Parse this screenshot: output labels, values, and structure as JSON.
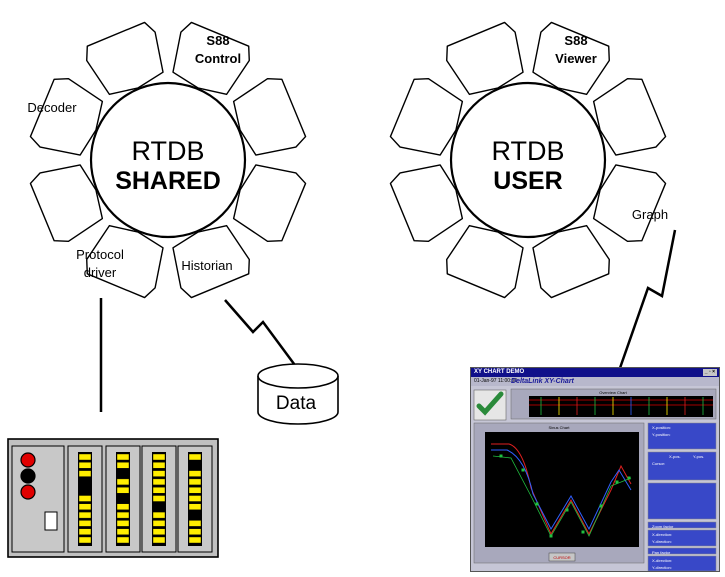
{
  "left_hub": {
    "center_line1": "RTDB",
    "center_line2": "SHARED",
    "segments": {
      "s88_control": [
        "S88",
        "Control"
      ],
      "decoder": "Decoder",
      "protocol_driver": [
        "Protocol",
        "driver"
      ],
      "historian": "Historian"
    }
  },
  "right_hub": {
    "center_line1": "RTDB",
    "center_line2": "USER",
    "segments": {
      "s88_viewer": [
        "S88",
        "Viewer"
      ],
      "graph": "Graph"
    }
  },
  "data_store_label": "Data",
  "screenshot": {
    "title": "XY CHART DEMO",
    "brand": "DeltaLink XY-Chart",
    "bar_text": "01-Jan-97 11:00:00",
    "controls": "",
    "top_chart_title": "Overview Chart",
    "main_chart_title": "Sinus Chart",
    "cursor_button": "CURSOR",
    "panels": [
      "X-position:",
      "Y-position:",
      "X-pos.",
      "Y-pos.",
      "Cursor:",
      "Zoom factor",
      "X-direction:",
      "Y-direction:",
      "Pan factor",
      "X-direction:",
      "Y-direction:"
    ]
  },
  "colors": {
    "black": "#000000",
    "plc_red": "#e00000",
    "plc_yellow": "#ffee00",
    "plc_body": "#c0c0c0",
    "window_title": "#10108a"
  }
}
